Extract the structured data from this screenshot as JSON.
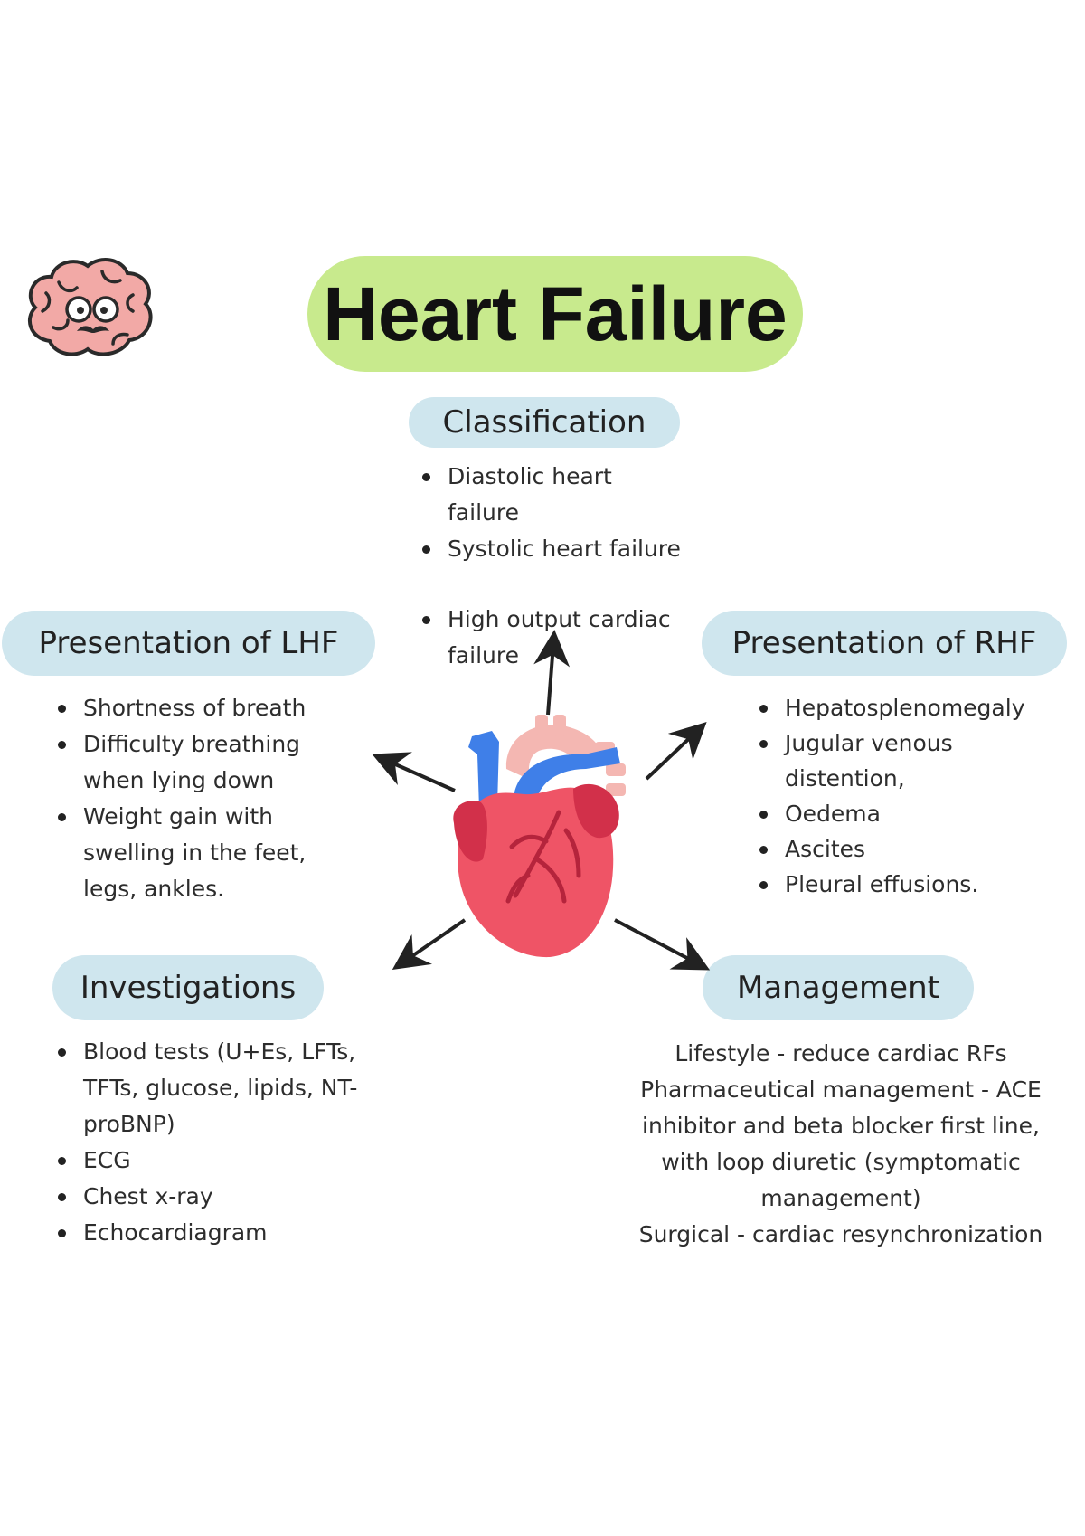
{
  "title": "Heart Failure",
  "classification": {
    "heading": "Classification",
    "items": [
      "Diastolic heart failure",
      "Systolic heart failure",
      "High output cardiac failure"
    ]
  },
  "lhf": {
    "heading": "Presentation of LHF",
    "items": [
      "Shortness of breath",
      "Difficulty breathing when lying down",
      "Weight gain with swelling in the feet, legs, ankles."
    ]
  },
  "rhf": {
    "heading": "Presentation of RHF",
    "items": [
      "Hepatosplenomegaly",
      "Jugular venous distention,",
      "Oedema",
      "Ascites",
      "Pleural effusions."
    ]
  },
  "investigations": {
    "heading": "Investigations",
    "items": [
      "Blood tests (U+Es, LFTs, TFTs, glucose, lipids, NT-proBNP)",
      "ECG",
      "Chest x-ray",
      "Echocardiagram"
    ]
  },
  "management": {
    "heading": "Management",
    "lines": [
      "Lifestyle -  reduce cardiac RFs",
      "Pharmaceutical management - ACE inhibitor and beta blocker first line, with loop diuretic (symptomatic management)",
      "Surgical - cardiac resynchronization"
    ]
  },
  "icons": {
    "mascot": "brain-mascot-icon",
    "heart": "anatomical-heart-icon"
  },
  "colors": {
    "title_pill": "#c8ea8d",
    "section_pill": "#cfe6ee",
    "heart_red": "#ef5466",
    "heart_dark": "#d2304a",
    "artery_blue": "#3f7fe8",
    "aorta_pink": "#f4b7b2"
  }
}
